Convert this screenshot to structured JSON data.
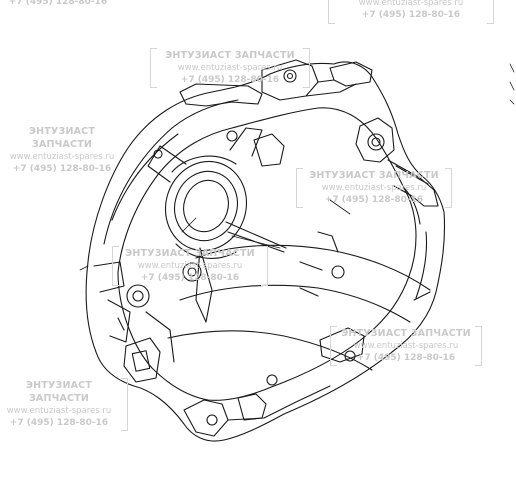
{
  "watermark": {
    "title": "ЭНТУЗИАСТ ЗАПЧАСТИ",
    "url": "www.entuziast-spares.ru",
    "phone": "+7 (495) 128-80-16"
  },
  "colors": {
    "line": "#1a1a1a",
    "watermark_text": "#c9c9c9",
    "background": "#ffffff"
  }
}
